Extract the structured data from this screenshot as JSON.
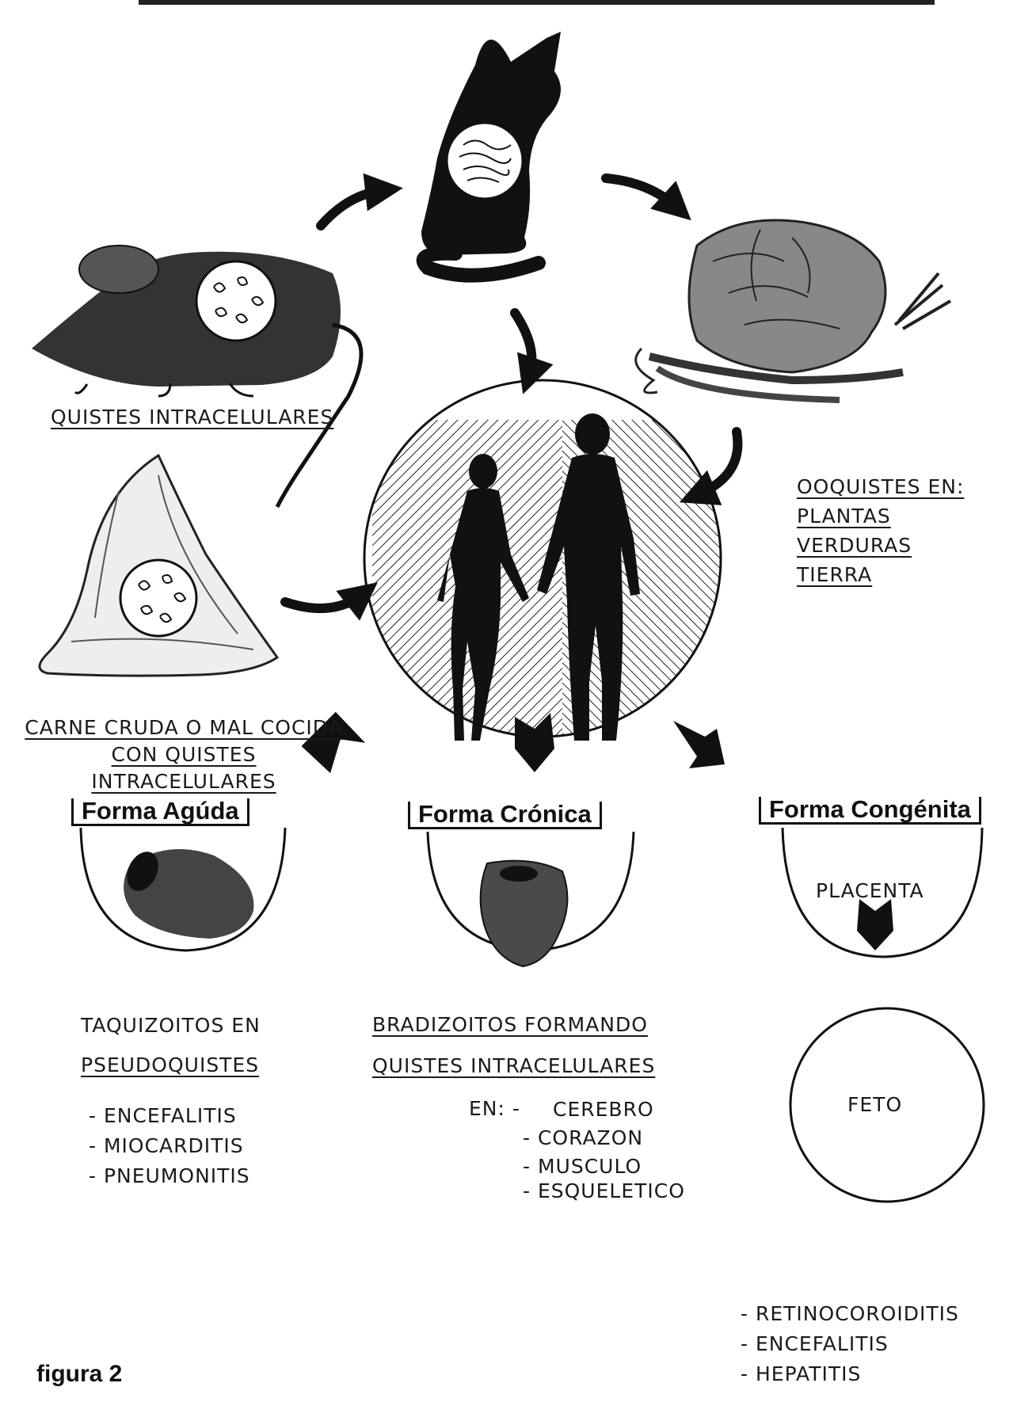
{
  "sources": {
    "mouse_label": "QUISTES INTRACELULARES",
    "meat_label": [
      "CARNE CRUDA O MAL COCIDA",
      "CON QUISTES",
      "INTRACELULARES"
    ],
    "plants_label": [
      "OOQUISTES EN:",
      "PLANTAS",
      "VERDURAS",
      "TIERRA"
    ]
  },
  "forms": {
    "acute": {
      "title": "Forma Agúda",
      "description": [
        "TAQUIZOITOS EN",
        "PSEUDOQUISTES"
      ],
      "items": [
        "- ENCEFALITIS",
        "- MIOCARDITIS",
        "- PNEUMONITIS"
      ]
    },
    "chronic": {
      "title": "Forma Crónica",
      "description": [
        "BRADIZOITOS FORMANDO",
        "QUISTES INTRACELULARES"
      ],
      "items_prefix": "EN: -",
      "items": [
        "CEREBRO",
        "- CORAZON",
        "- MUSCULO",
        "- ESQUELETICO"
      ]
    },
    "congenital": {
      "title": "Forma Congénita",
      "placenta": "PLACENTA",
      "fetus": "FETO",
      "items": [
        "- RETINOCOROIDITIS",
        "- ENCEFALITIS",
        "- HEPATITIS"
      ]
    }
  },
  "figure_label": "figura 2",
  "icons": [
    "mouse-icon",
    "cat-icon",
    "vegetables-icon",
    "meat-icon",
    "human-couple-icon",
    "arrow-icon"
  ]
}
